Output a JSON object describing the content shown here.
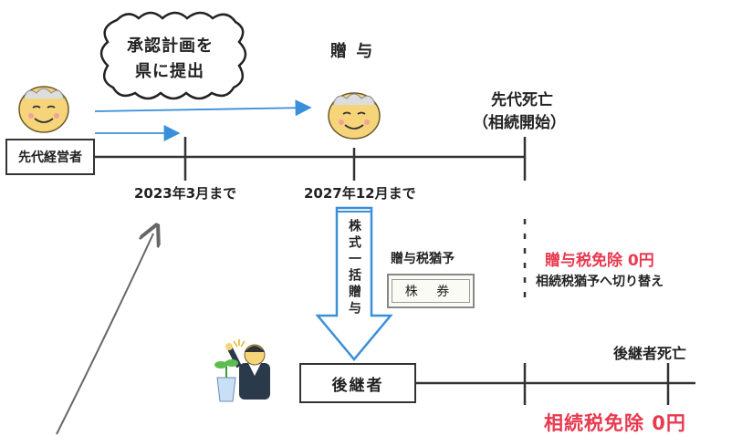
{
  "bubble": {
    "line1": "承認計画を",
    "line2": "県に提出"
  },
  "gift_label": "贈 与",
  "predecessor_death": {
    "line1": "先代死亡",
    "line2": "（相続開始）"
  },
  "predecessor_box": "先代経営者",
  "milestones": {
    "m1": "2023年3月まで",
    "m2": "2027年12月まで"
  },
  "transfer_arrow_text": "株式一括贈与",
  "gift_tax_deferral": "贈与税猶予",
  "stock_certificate": "株 券",
  "gift_tax_exempt": "贈与税免除 0円",
  "switch_to_inheritance": "相続税猶予へ切り替え",
  "successor_box": "後継者",
  "successor_death": "後継者死亡",
  "inheritance_tax_exempt": "相続税免除 0円",
  "colors": {
    "accent_red": "#e8394f",
    "arrow_blue": "#3a8fd9",
    "face": "#f6d47a"
  }
}
